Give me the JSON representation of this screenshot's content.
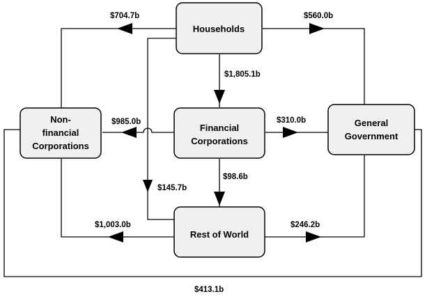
{
  "nodes": {
    "households": {
      "lines": [
        "Households"
      ]
    },
    "non_financial": {
      "lines": [
        "Non-",
        "financial",
        "Corporations"
      ]
    },
    "financial": {
      "lines": [
        "Financial",
        "Corporations"
      ]
    },
    "government": {
      "lines": [
        "General",
        "Government"
      ]
    },
    "rest_of_world": {
      "lines": [
        "Rest of World"
      ]
    }
  },
  "flows": {
    "households_to_nonfinancial": "$704.7b",
    "households_to_government": "$560.0b",
    "households_to_financial": "$1,805.1b",
    "financial_to_nonfinancial": "$985.0b",
    "financial_to_government": "$310.0b",
    "households_to_restofworld": "$145.7b",
    "financial_to_restofworld": "$98.6b",
    "nonfinancial_restofworld": "$1,003.0b",
    "government_restofworld": "$246.2b",
    "government_nonfinancial_outer": "$413.1b"
  }
}
